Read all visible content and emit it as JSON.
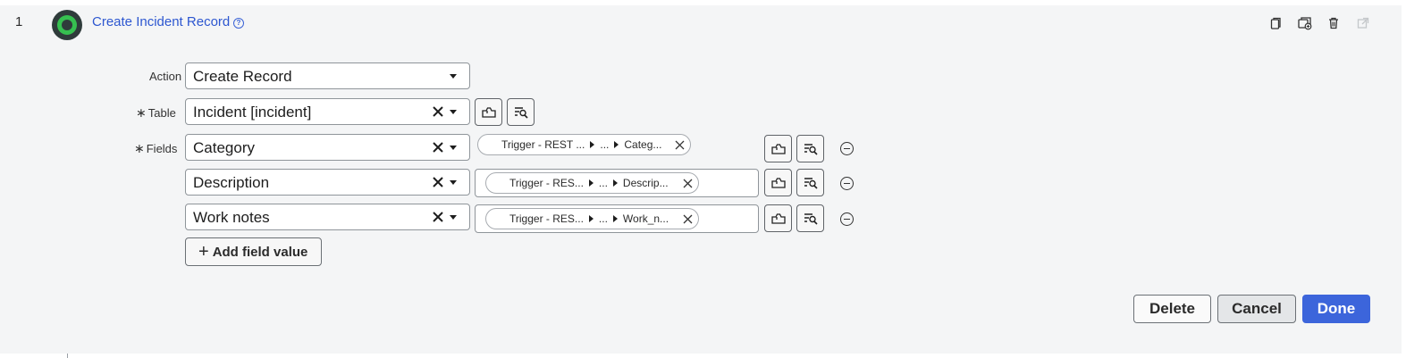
{
  "step": {
    "number": "1",
    "title": "Create Incident Record",
    "help": "?"
  },
  "header_icons": [
    "copy-icon",
    "duplicate-icon",
    "trash-icon",
    "open-external-icon"
  ],
  "form": {
    "action": {
      "label": "Action",
      "value": "Create Record"
    },
    "table": {
      "required": "∗",
      "label": "Table",
      "value": "Incident [incident]"
    },
    "fields": {
      "required": "∗",
      "label": "Fields",
      "rows": [
        {
          "field": "Category",
          "pill": {
            "source": "Trigger - REST ...",
            "mid": "...",
            "end": "Categ..."
          }
        },
        {
          "field": "Description",
          "pill": {
            "source": "Trigger - RES...",
            "mid": "...",
            "end": "Descrip..."
          }
        },
        {
          "field": "Work notes",
          "pill": {
            "source": "Trigger - RES...",
            "mid": "...",
            "end": "Work_n..."
          }
        }
      ]
    },
    "add_field_label": "Add field value",
    "add_field_plus": "+"
  },
  "footer": {
    "delete_label": "Delete",
    "cancel_label": "Cancel",
    "done_label": "Done"
  },
  "colors": {
    "accent": "#3c65db",
    "link": "#2d57d0",
    "step_green": "#36c050"
  }
}
